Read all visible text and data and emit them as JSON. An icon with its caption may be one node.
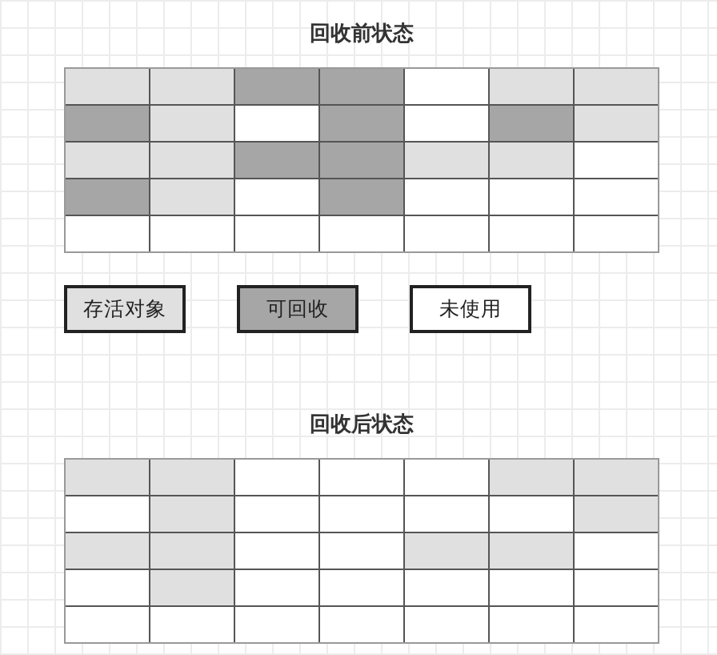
{
  "diagram": {
    "nodes": [
      {
        "text": [
          "回收前状态"
        ]
      },
      {
        "text": [
          "回收后状态"
        ]
      }
    ],
    "legend": [
      {
        "text": "存活对象",
        "color": "#e0e0e0"
      },
      {
        "text": "可回收",
        "color": "#a6a6a6"
      },
      {
        "text": "未使用",
        "color": "#ffffff"
      }
    ]
  }
}
